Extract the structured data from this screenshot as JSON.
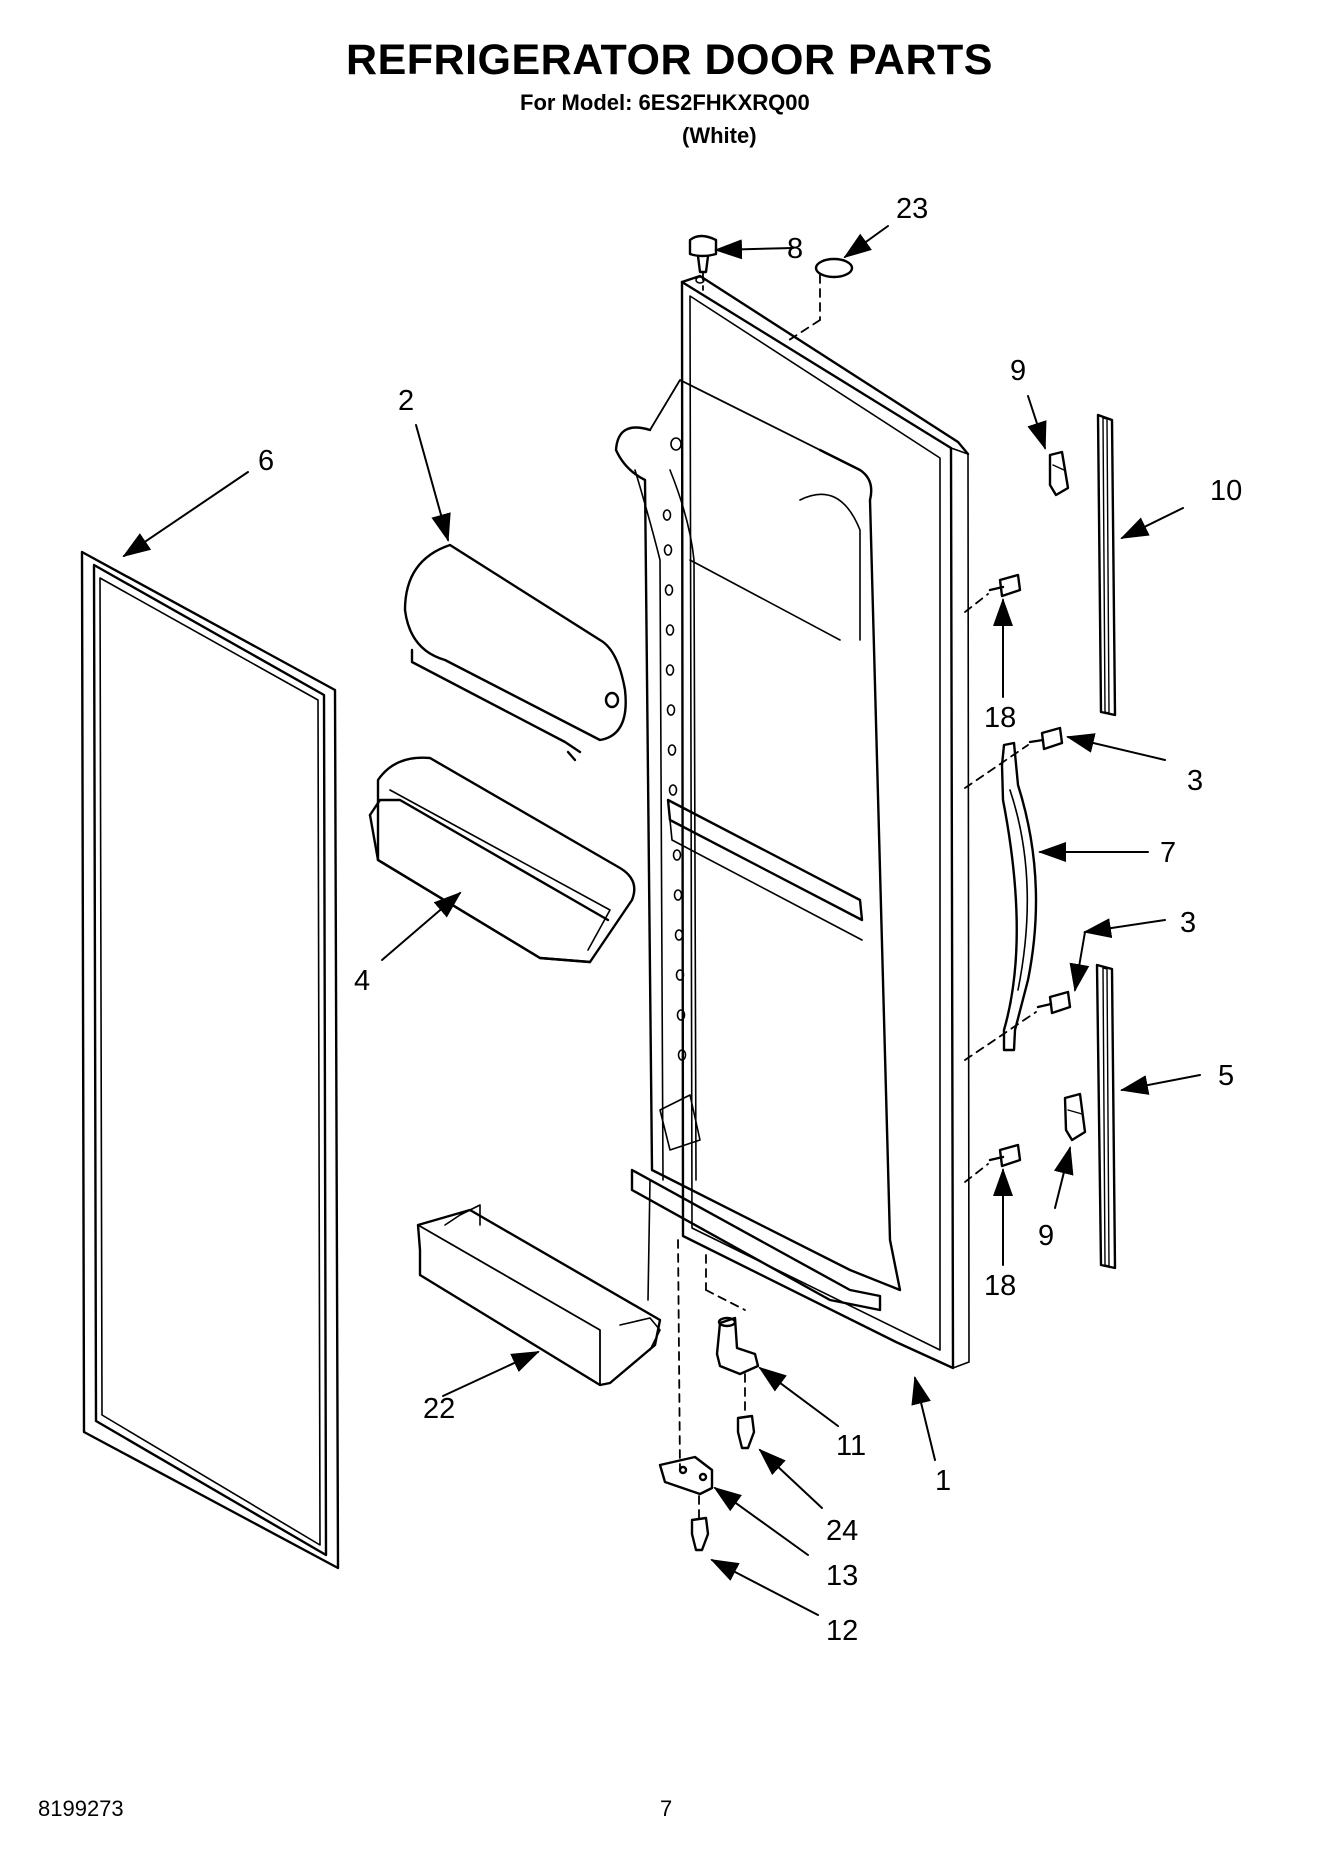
{
  "header": {
    "title": "REFRIGERATOR DOOR PARTS",
    "model_line": "For Model: 6ES2FHKXRQ00",
    "variant": "(White)"
  },
  "footer": {
    "doc_number": "8199273",
    "page": "7"
  },
  "callouts": {
    "p1": "1",
    "p2": "2",
    "p3a": "3",
    "p3b": "3",
    "p4": "4",
    "p5": "5",
    "p6": "6",
    "p7": "7",
    "p8": "8",
    "p9a": "9",
    "p9b": "9",
    "p10": "10",
    "p11": "11",
    "p12": "12",
    "p13": "13",
    "p18a": "18",
    "p18b": "18",
    "p22": "22",
    "p23": "23",
    "p24": "24"
  }
}
